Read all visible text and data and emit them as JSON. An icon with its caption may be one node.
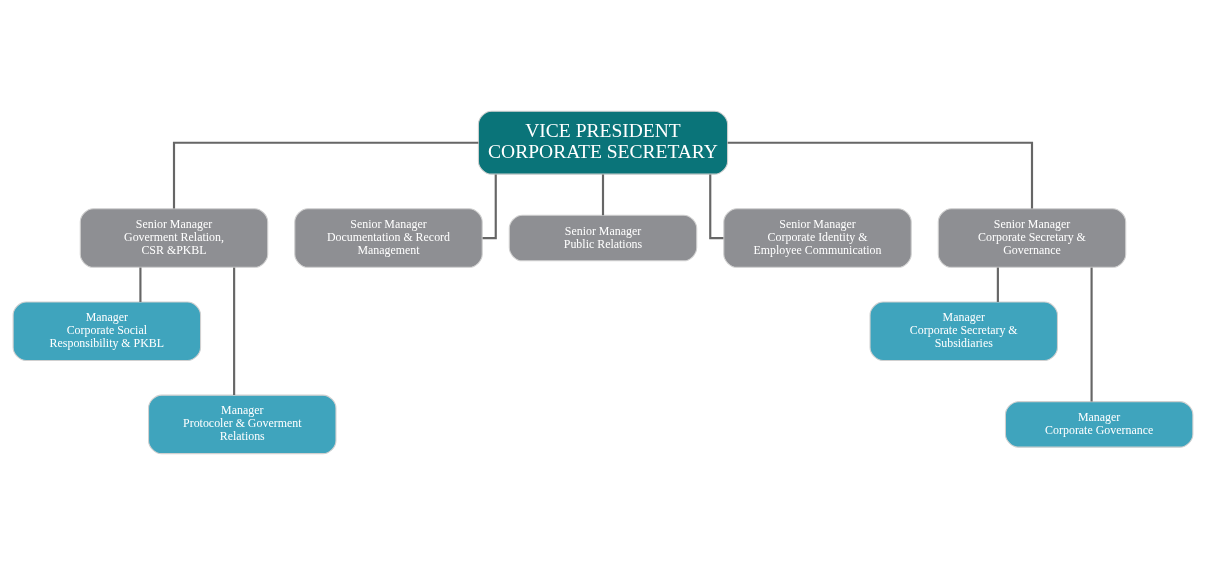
{
  "diagram": {
    "nodes": [
      {
        "text": [
          "VICE PRESIDENT CORPORATE SECRETARY"
        ]
      },
      {
        "text": [
          "Senior Manager",
          "Goverment Relation, CSR &PKBL"
        ]
      },
      {
        "text": [
          "Senior Manager",
          "Documentation & Record Management"
        ]
      },
      {
        "text": [
          "Senior Manager",
          "Public Relations"
        ]
      },
      {
        "text": [
          "Senior Manager",
          "Corporate Identity & Employee Communication"
        ]
      },
      {
        "text": [
          "Senior Manager",
          "Corporate Secretary & Governance"
        ]
      },
      {
        "text": [
          "Manager",
          "Corporate Social Responsibility & PKBL"
        ]
      },
      {
        "text": [
          "Manager",
          "Protocoler & Goverment Relations"
        ]
      },
      {
        "text": [
          "Manager",
          "Corporate Secretary & Subsidiaries"
        ]
      },
      {
        "text": [
          "Manager",
          "Corporate Governance"
        ]
      }
    ],
    "edges": [
      {
        "from": 0,
        "to": 1,
        "arrow": "none"
      },
      {
        "from": 0,
        "to": 2,
        "arrow": "none"
      },
      {
        "from": 0,
        "to": 3,
        "arrow": "none"
      },
      {
        "from": 0,
        "to": 4,
        "arrow": "none"
      },
      {
        "from": 0,
        "to": 5,
        "arrow": "none"
      },
      {
        "from": 1,
        "to": 6,
        "arrow": "none"
      },
      {
        "from": 1,
        "to": 7,
        "arrow": "none"
      },
      {
        "from": 5,
        "to": 8,
        "arrow": "none"
      },
      {
        "from": 5,
        "to": 9,
        "arrow": "none"
      }
    ]
  }
}
